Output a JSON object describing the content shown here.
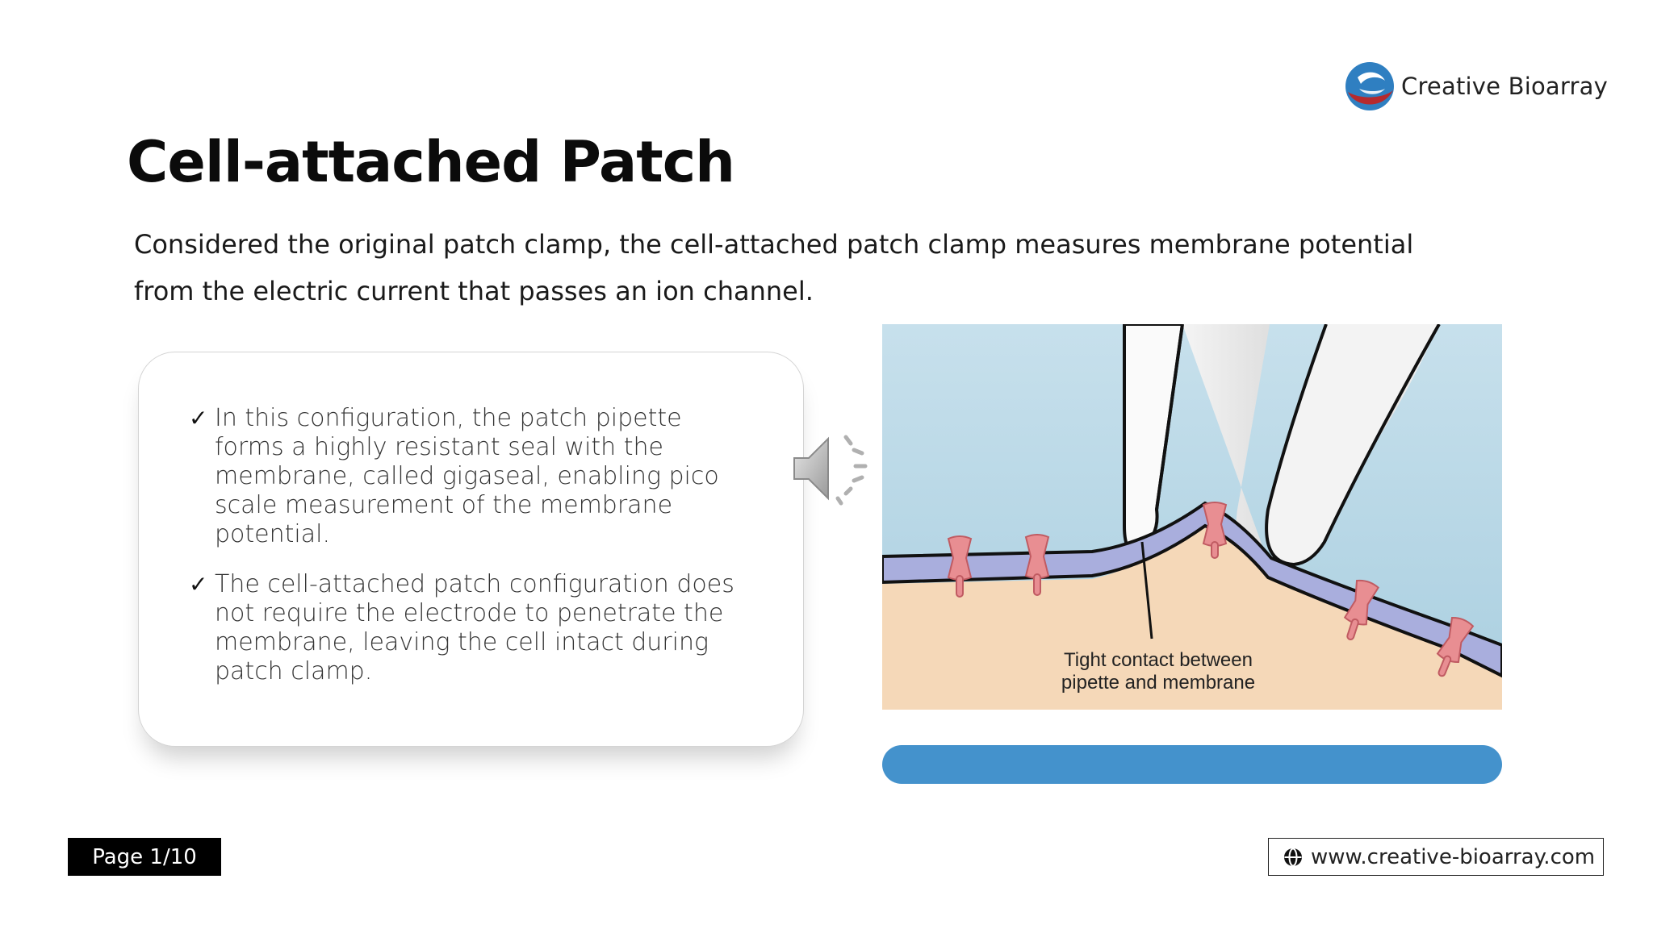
{
  "brand": {
    "name": "Creative Bioarray"
  },
  "slide": {
    "title": "Cell-attached Patch",
    "intro": "Considered the original patch clamp, the cell-attached patch clamp measures membrane potential from the electric current that passes an ion channel.",
    "bullets": [
      {
        "check": "✓",
        "text": "In this configuration, the patch pipette forms a highly resistant seal with the membrane, called gigaseal, enabling pico scale measurement of the membrane potential."
      },
      {
        "check": "✓",
        "text": "The cell-attached patch configuration does not require the electrode to penetrate the membrane, leaving the cell intact during patch clamp."
      }
    ]
  },
  "media": {
    "speaker_icon": "speaker-icon",
    "illustration_caption_line1": "Tight contact between",
    "illustration_caption_line2": "pipette and membrane"
  },
  "footer": {
    "page": "Page 1/10",
    "website_icon": "globe-icon",
    "website": "www.creative-bioarray.com"
  },
  "colors": {
    "accent_blue": "#4492cc",
    "logo_blue": "#2f7fc1",
    "logo_red": "#b52a2e",
    "membrane": "#a9aedd",
    "cytoplasm": "#f5d8b8",
    "channel": "#e88e92"
  }
}
